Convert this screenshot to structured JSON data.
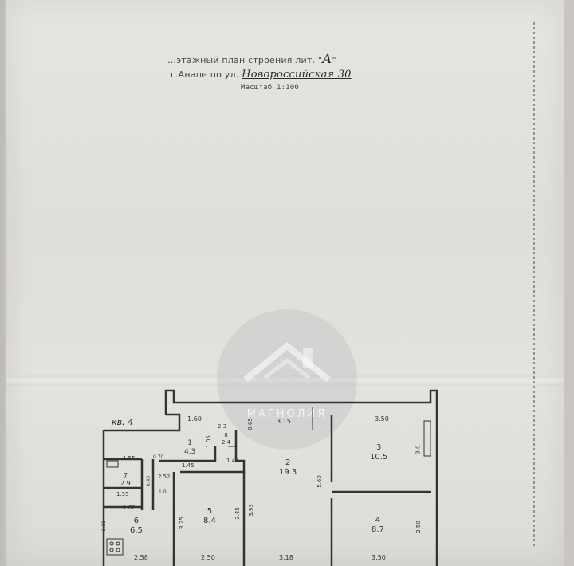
{
  "document": {
    "title_line1": "…этажный план строения лит. \"",
    "title_letter": "А",
    "title_line1_end": "\"",
    "title_line2_prefix": "г.Анапе по ул.",
    "street": "Новороссийская 30",
    "scale": "Масштаб 1:100",
    "apartment": "кв. 4"
  },
  "watermark": {
    "text": "МАГНОЛИЯ"
  },
  "plan": {
    "rooms": [
      {
        "num": "1",
        "area": "4.3"
      },
      {
        "num": "2",
        "area": "19.3"
      },
      {
        "num": "3",
        "area": "10.5"
      },
      {
        "num": "4",
        "area": "8.7"
      },
      {
        "num": "5",
        "area": "8.4"
      },
      {
        "num": "6",
        "area": "6.5"
      },
      {
        "num": "7",
        "area": "2.9"
      },
      {
        "num": "8",
        "area": "2.4"
      }
    ],
    "dims": {
      "d_top_1": "1.60",
      "d_top_2": "3.15",
      "d_top_3": "3.50",
      "d_top_4": "2.3",
      "d_top_5": "0.65",
      "d_155a": "1.55",
      "d_155b": "1.55",
      "d_162": "1.62",
      "d_145a": "1.45",
      "d_145b": "1.45",
      "d_105": "1.05",
      "d_252": "2.52",
      "d_258": "2.58",
      "d_250": "2.50",
      "d_318": "3.18",
      "d_350b": "3.50",
      "d_393": "3.93",
      "d_345": "3.45",
      "d_560": "5.60",
      "d_30": "3.0",
      "d_250r": "2.50",
      "d_325": "3.25",
      "d_070": "0.70",
      "d_040": "0.40",
      "d_10": "1.0",
      "d_222": "2.22"
    }
  }
}
